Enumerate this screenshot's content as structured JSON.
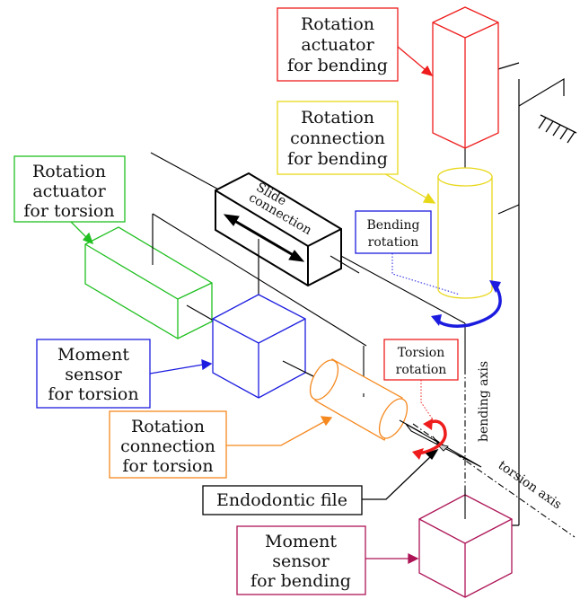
{
  "labels": {
    "rot_act_bend": [
      "Rotation",
      "actuator",
      "for bending"
    ],
    "rot_conn_bend": [
      "Rotation",
      "connection",
      "for bending"
    ],
    "rot_act_tors": [
      "Rotation",
      "actuator",
      "for torsion"
    ],
    "slide": [
      "Slide",
      "connection"
    ],
    "bending_rotation": [
      "Bending",
      "rotation"
    ],
    "moment_tors": [
      "Moment",
      "sensor",
      "for torsion"
    ],
    "torsion_rotation": [
      "Torsion",
      "rotation"
    ],
    "rot_conn_tors": [
      "Rotation",
      "connection",
      "for torsion"
    ],
    "endo_file": "Endodontic file",
    "moment_bend": [
      "Moment",
      "sensor",
      "for bending"
    ],
    "bending_axis": "bending axis",
    "torsion_axis": "torsion axis"
  },
  "colors": {
    "red": "#ee1c1c",
    "yellow": "#e8d81a",
    "green": "#1fbf1f",
    "blue": "#1c1ce0",
    "orange": "#f5891f",
    "crimson": "#ad1456",
    "black": "#000000"
  }
}
